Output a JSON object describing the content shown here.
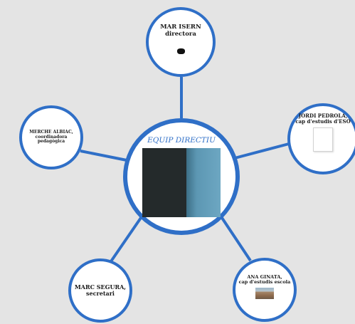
{
  "diagram": {
    "center": {
      "title": "EQUIP DIRECTIU"
    },
    "nodes": {
      "top": {
        "lines": [
          "MAR ISERN",
          "directora"
        ]
      },
      "left": {
        "lines": [
          "MERCHE ALBIAC,",
          "coordinadora",
          "pedagògica"
        ]
      },
      "right": {
        "lines": [
          "JORDI PEDROLA,",
          "cap d'estudis d'ESO"
        ]
      },
      "bottom_left": {
        "lines": [
          "MARC SEGURA,",
          "secretari"
        ]
      },
      "bottom_right": {
        "lines": [
          "ANA GINATA,",
          "cap d'estudis escola"
        ]
      }
    },
    "colors": {
      "ring": "#2f6fc7",
      "background": "#e4e4e4",
      "title": "#2f6fc7"
    }
  }
}
